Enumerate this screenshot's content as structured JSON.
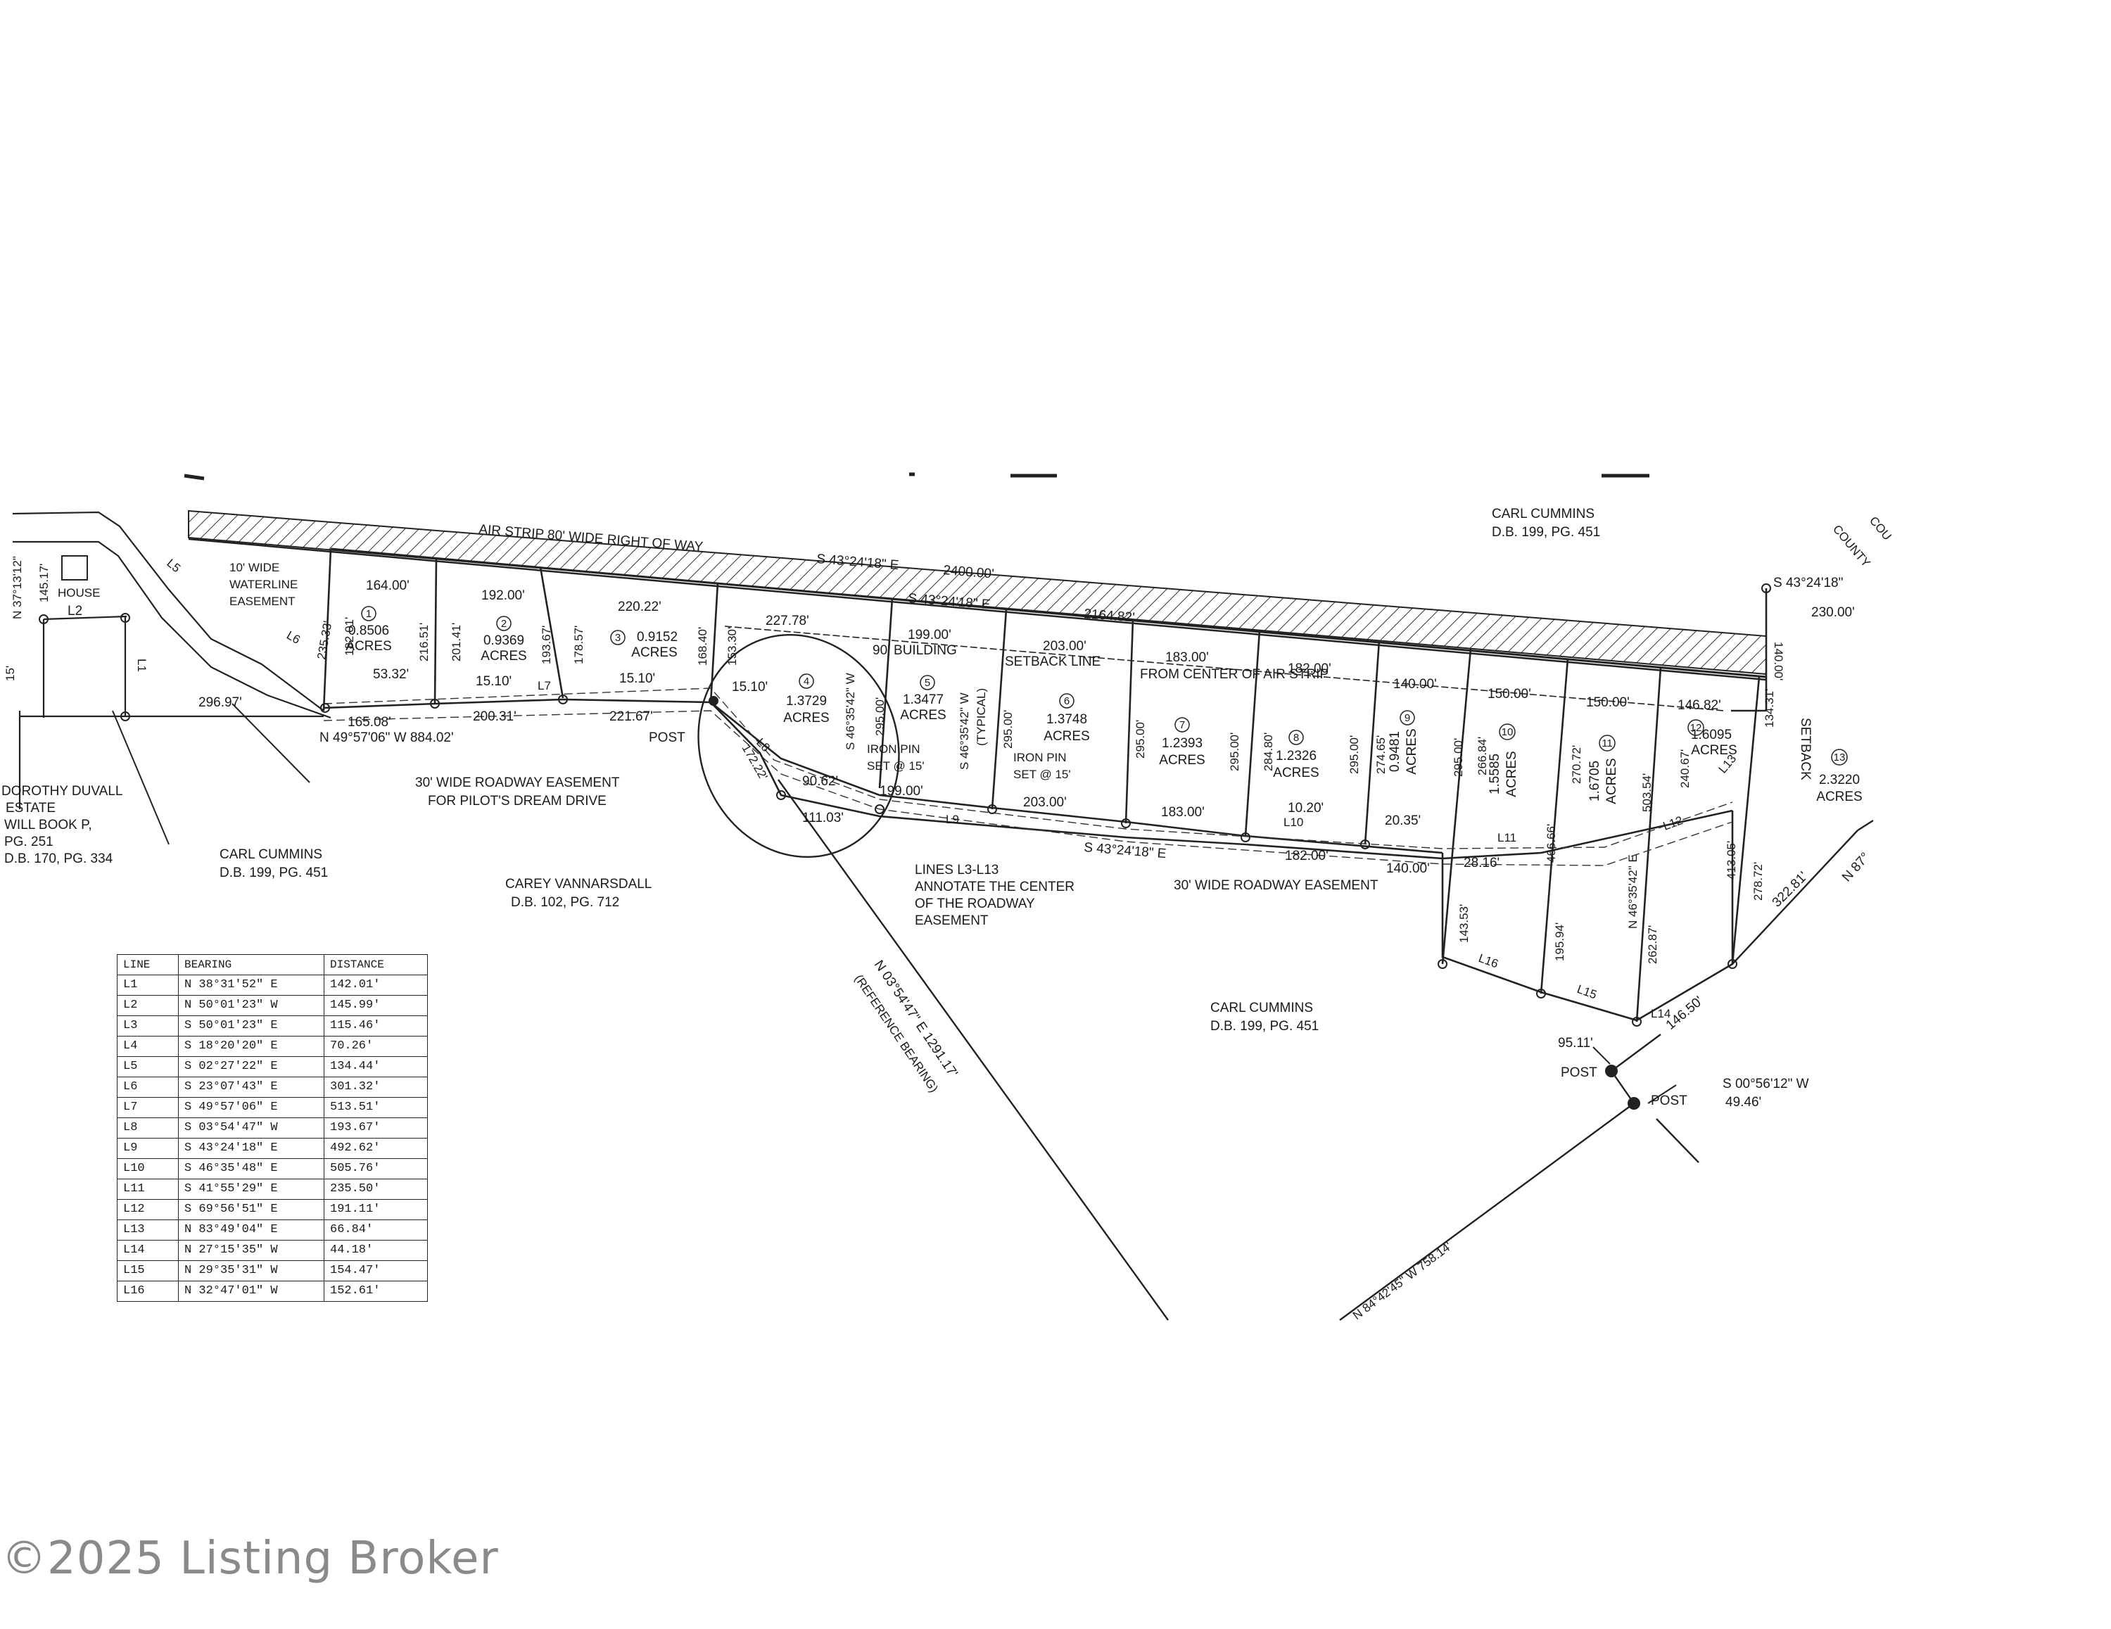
{
  "watermark": "©2025 Listing Broker",
  "labels": {
    "air_strip": "AIR STRIP 80' WIDE RIGHT OF WAY",
    "air_strip_bearing": "S 43°24'18\" E",
    "air_strip_dist": "2400.00'",
    "setback_bearing": "S 43°24'18\" E",
    "setback_dist": "2164.82'",
    "building_setback_1": "90' BUILDING",
    "building_setback_2": "SETBACK LINE",
    "building_setback_3": "FROM CENTER OF AIR STRIP",
    "waterline_1": "10' WIDE",
    "waterline_2": "WATERLINE",
    "waterline_3": "EASEMENT",
    "house": "HOUSE",
    "l2": "L2",
    "roadway_easement_1": "30' WIDE ROADWAY EASEMENT",
    "roadway_easement_2": "FOR PILOT'S DREAM DRIVE",
    "roadway_easement_right": "30' WIDE ROADWAY EASEMENT",
    "lines_note_1": "LINES L3-L13",
    "lines_note_2": "ANNOTATE THE CENTER",
    "lines_note_3": "OF THE ROADWAY",
    "lines_note_4": "EASEMENT",
    "reference_bearing_1": "N 03°54'47\" E 1291.17'",
    "reference_bearing_2": "(REFERENCE BEARING)",
    "iron_pin_1": "IRON PIN",
    "iron_pin_1b": "SET @ 15'",
    "iron_pin_2": "IRON PIN",
    "iron_pin_2b": "SET @ 15'",
    "post_1": "POST",
    "post_2": "POST",
    "post_3": "POST",
    "carl_top_1": "CARL CUMMINS",
    "carl_top_2": "D.B. 199, PG. 451",
    "carl_left_1": "CARL CUMMINS",
    "carl_left_2": "D.B. 199, PG. 451",
    "carl_bottom_1": "CARL CUMMINS",
    "carl_bottom_2": "D.B. 199, PG. 451",
    "carey_1": "CAREY VANNARSDALL",
    "carey_2": "D.B. 102, PG. 712",
    "duvall_1": "DOROTHY DUVALL",
    "duvall_2": "ESTATE",
    "duvall_3": "WILL BOOK P,",
    "duvall_4": "PG. 251",
    "duvall_5": "D.B. 170, PG. 334",
    "county_1": "COU",
    "county_2": "COUNTY",
    "setback_vertical": "SETBACK",
    "bearing_n4957": "N 49°57'06\" W 884.02'",
    "bearing_s4324_bottom": "S 43°24'18\" E",
    "bearing_s4635_lot4": "S 46°35'42\" W",
    "bearing_typical": "S 46°35'42\" W",
    "typical": "(TYPICAL)",
    "bearing_n4635": "N 46°35'42\" E",
    "bearing_n3713": "N 37°13'12\"",
    "bearing_s4324_right": "S 43°24'18\"",
    "dist_230": "230.00'",
    "bearing_s0056": "S 00°56'12\" W",
    "dist_4946": "49.46'",
    "bearing_n8442": "N 84°42'45\" W 758.14'",
    "bearing_n87": "N 87°",
    "dist_9511": "95.11'",
    "dist_14650": "146.50'",
    "dist_32281": "322.81'",
    "dist_29697": "296.97'",
    "dist_14517": "145.17'",
    "dist_15": "15'"
  },
  "lots": [
    {
      "num": "1",
      "acres": "0.8506",
      "unit": "ACRES"
    },
    {
      "num": "2",
      "acres": "0.9369",
      "unit": "ACRES"
    },
    {
      "num": "3",
      "acres": "0.9152",
      "unit": "ACRES"
    },
    {
      "num": "4",
      "acres": "1.3729",
      "unit": "ACRES"
    },
    {
      "num": "5",
      "acres": "1.3477",
      "unit": "ACRES"
    },
    {
      "num": "6",
      "acres": "1.3748",
      "unit": "ACRES"
    },
    {
      "num": "7",
      "acres": "1.2393",
      "unit": "ACRES"
    },
    {
      "num": "8",
      "acres": "1.2326",
      "unit": "ACRES"
    },
    {
      "num": "9",
      "acres": "0.9481",
      "unit": "ACRES"
    },
    {
      "num": "10",
      "acres": "1.5585",
      "unit": "ACRES"
    },
    {
      "num": "11",
      "acres": "1.6705",
      "unit": "ACRES"
    },
    {
      "num": "12",
      "acres": "1.6095",
      "unit": "ACRES"
    },
    {
      "num": "13",
      "acres": "2.3220",
      "unit": "ACRES"
    }
  ],
  "dimensions": {
    "top_lot1": "164.00'",
    "top_lot2": "192.00'",
    "top_lot3": "220.22'",
    "top_lot4": "227.78'",
    "top_lot5": "199.00'",
    "top_lot6": "203.00'",
    "top_lot7": "183.00'",
    "top_lot8": "182.00'",
    "top_lot9": "140.00'",
    "top_lot10": "150.00'",
    "top_lot11": "150.00'",
    "top_lot12": "146.82'",
    "side_182_01": "182.01'",
    "side_235_33": "235.33'",
    "side_216_51": "216.51'",
    "side_201_41": "201.41'",
    "side_193_67": "193.67'",
    "side_178_57": "178.57'",
    "side_168_40": "168.40'",
    "side_153_30": "153.30'",
    "side_295_a": "295.00'",
    "side_295_b": "295.00'",
    "side_295_c": "295.00'",
    "side_295_d": "295.00'",
    "side_295_e": "295.00'",
    "side_295_f": "295.00'",
    "side_284_80": "284.80'",
    "side_274_65": "274.65'",
    "side_266_84": "266.84'",
    "side_270_72": "270.72'",
    "side_240_67": "240.67'",
    "side_140": "140.00'",
    "side_134_31": "134.31'",
    "dist_466_66": "466.66'",
    "dist_503_54": "503.54'",
    "dist_413_05": "413.05'",
    "dist_278_72": "278.72'",
    "dist_262_87": "262.87'",
    "dist_195_94": "195.94'",
    "dist_143_53": "143.53'",
    "bot_53_32": "53.32'",
    "bot_15_10_a": "15.10'",
    "bot_15_10_b": "15.10'",
    "bot_15_10_c": "15.10'",
    "bot_165_08": "165.08'",
    "bot_200_31": "200.31'",
    "bot_221_67": "221.67'",
    "bot_172_22": "172.22'",
    "bot_90_62": "90.62'",
    "bot_111_03": "111.03'",
    "bot_199_00": "199.00'",
    "bot_203_00": "203.00'",
    "bot_183_00": "183.00'",
    "bot_182_00": "182.00'",
    "bot_140_00": "140.00'",
    "bot_10_20": "10.20'",
    "bot_20_35": "20.35'",
    "bot_28_16": "28.16'"
  },
  "line_marks": [
    "L1",
    "L5",
    "L6",
    "L7",
    "L8",
    "L9",
    "L10",
    "L11",
    "L12",
    "L13",
    "L14",
    "L15",
    "L16"
  ],
  "line_table": {
    "headers": [
      "LINE",
      "BEARING",
      "DISTANCE"
    ],
    "rows": [
      [
        "L1",
        "N 38°31'52\" E",
        "142.01'"
      ],
      [
        "L2",
        "N 50°01'23\" W",
        "145.99'"
      ],
      [
        "L3",
        "S 50°01'23\" E",
        "115.46'"
      ],
      [
        "L4",
        "S 18°20'20\" E",
        "70.26'"
      ],
      [
        "L5",
        "S 02°27'22\" E",
        "134.44'"
      ],
      [
        "L6",
        "S 23°07'43\" E",
        "301.32'"
      ],
      [
        "L7",
        "S 49°57'06\" E",
        "513.51'"
      ],
      [
        "L8",
        "S 03°54'47\" W",
        "193.67'"
      ],
      [
        "L9",
        "S 43°24'18\" E",
        "492.62'"
      ],
      [
        "L10",
        "S 46°35'48\" E",
        "505.76'"
      ],
      [
        "L11",
        "S 41°55'29\" E",
        "235.50'"
      ],
      [
        "L12",
        "S 69°56'51\" E",
        "191.11'"
      ],
      [
        "L13",
        "N 83°49'04\" E",
        "66.84'"
      ],
      [
        "L14",
        "N 27°15'35\" W",
        "44.18'"
      ],
      [
        "L15",
        "N 29°35'31\" W",
        "154.47'"
      ],
      [
        "L16",
        "N 32°47'01\" W",
        "152.61'"
      ]
    ]
  }
}
